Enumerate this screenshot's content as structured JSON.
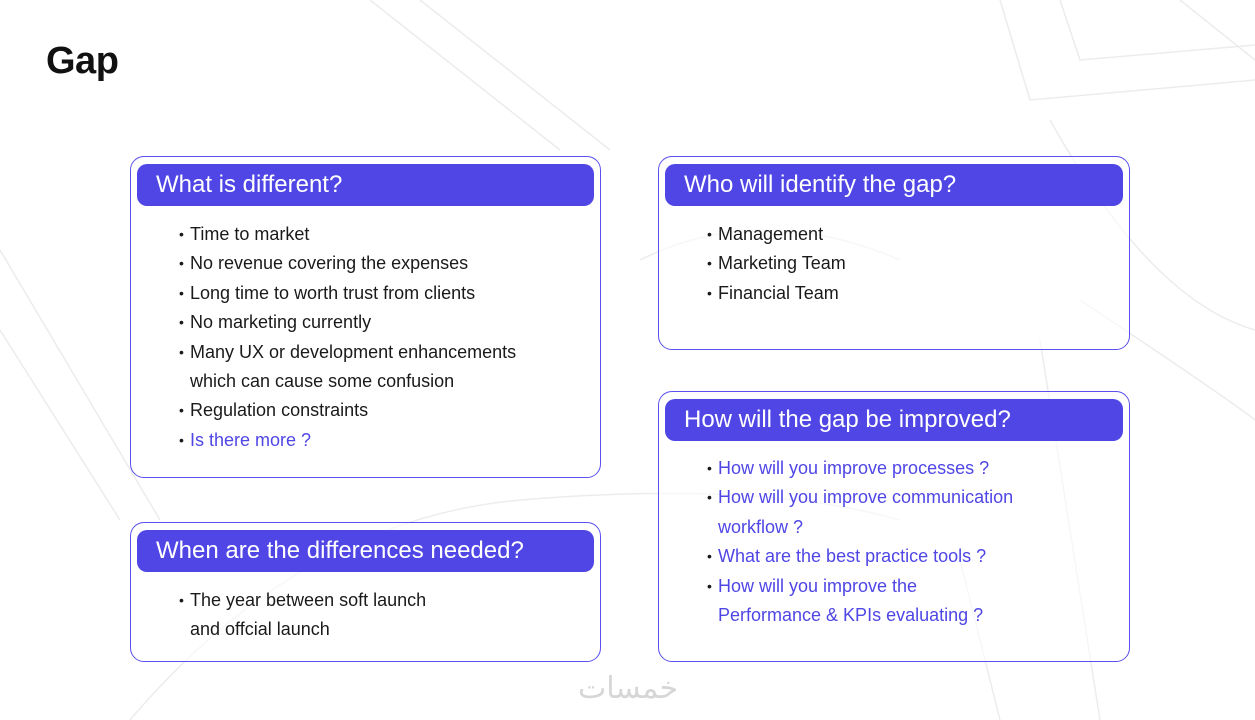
{
  "page": {
    "title": "Gap"
  },
  "cards": {
    "what_different": {
      "header": "What is different?",
      "items": [
        {
          "text": "Time to market"
        },
        {
          "text": "No revenue covering the expenses"
        },
        {
          "text": "Long time to worth trust from clients"
        },
        {
          "text": "No marketing currently"
        },
        {
          "text": "Many UX or development enhancements",
          "cont": "which can cause some confusion"
        },
        {
          "text": "Regulation constraints"
        },
        {
          "text": "Is there more ?"
        }
      ]
    },
    "when_needed": {
      "header": "When are the differences needed?",
      "items": [
        {
          "text": "The year between soft launch",
          "cont": "and offcial launch"
        }
      ]
    },
    "who_identify": {
      "header": "Who will identify the gap?",
      "items": [
        {
          "text": "Management"
        },
        {
          "text": "Marketing Team"
        },
        {
          "text": "Financial Team"
        }
      ]
    },
    "how_improved": {
      "header": "How will the gap be improved?",
      "items": [
        {
          "text": "How will you improve processes ?"
        },
        {
          "text": "How will you improve communication",
          "cont": "workflow ?"
        },
        {
          "text": "What are the best practice tools ?"
        },
        {
          "text": "How will you improve the",
          "cont": "Performance & KPIs evaluating ?"
        }
      ]
    }
  },
  "watermark": {
    "text": "خمسات",
    "icon": "khamsat-logo"
  },
  "colors": {
    "accent": "#4f46e5",
    "border": "#5b50ef",
    "text": "#1a1a1a",
    "watermark": "#d6d6d6"
  }
}
